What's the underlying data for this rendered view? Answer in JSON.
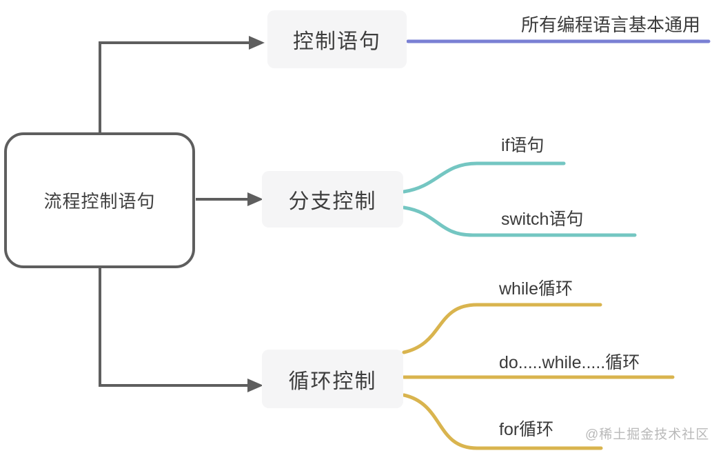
{
  "diagram": {
    "title_node": {
      "label": "流程控制语句"
    },
    "branches": [
      {
        "label": "控制语句",
        "children": [
          {
            "label": "所有编程语言基本通用"
          }
        ]
      },
      {
        "label": "分支控制",
        "children": [
          {
            "label": "if语句"
          },
          {
            "label": "switch语句"
          }
        ]
      },
      {
        "label": "循环控制",
        "children": [
          {
            "label": "while循环"
          },
          {
            "label": "do.....while.....循环"
          },
          {
            "label": "for循环"
          }
        ]
      }
    ],
    "colors": {
      "connector": "#5e5e5e",
      "node_bg": "#f5f5f6",
      "text": "#3a3a3a",
      "purple": "#7a80d4",
      "teal": "#74c6c2",
      "gold": "#d9b44e",
      "watermark": "#b9b9b9"
    },
    "watermark": "@稀土掘金技术社区"
  }
}
